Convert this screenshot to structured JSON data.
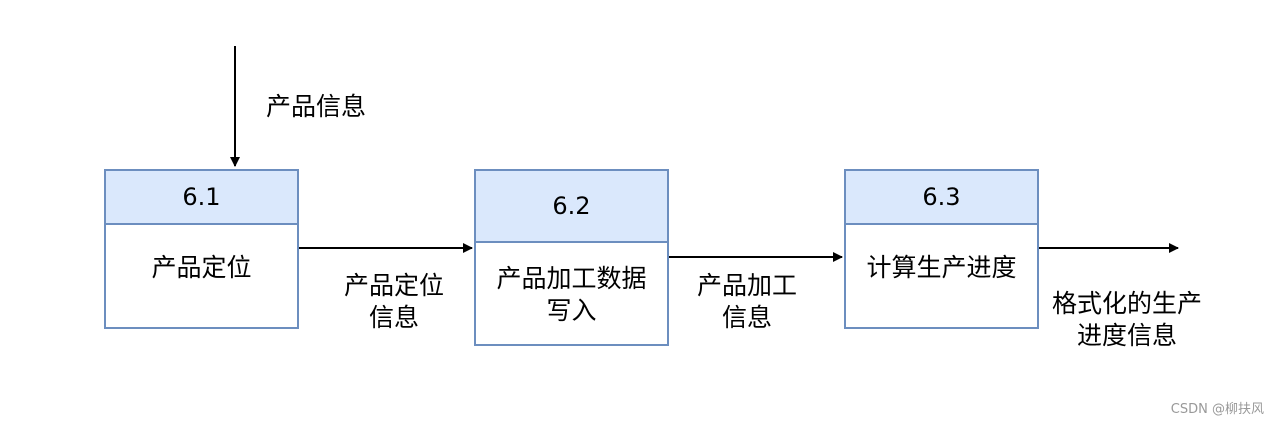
{
  "processes": [
    {
      "id": "6.1",
      "name": "产品定位"
    },
    {
      "id": "6.2",
      "name": "产品加工数据写入"
    },
    {
      "id": "6.3",
      "name": "计算生产进度"
    }
  ],
  "flows": {
    "input": "产品信息",
    "p1_to_p2": "产品定位信息",
    "p2_to_p3": "产品加工信息",
    "output": "格式化的生产进度信息"
  },
  "colors": {
    "header_fill": "#dae8fc",
    "border": "#6c8ebf"
  },
  "watermark": "CSDN @柳扶风"
}
